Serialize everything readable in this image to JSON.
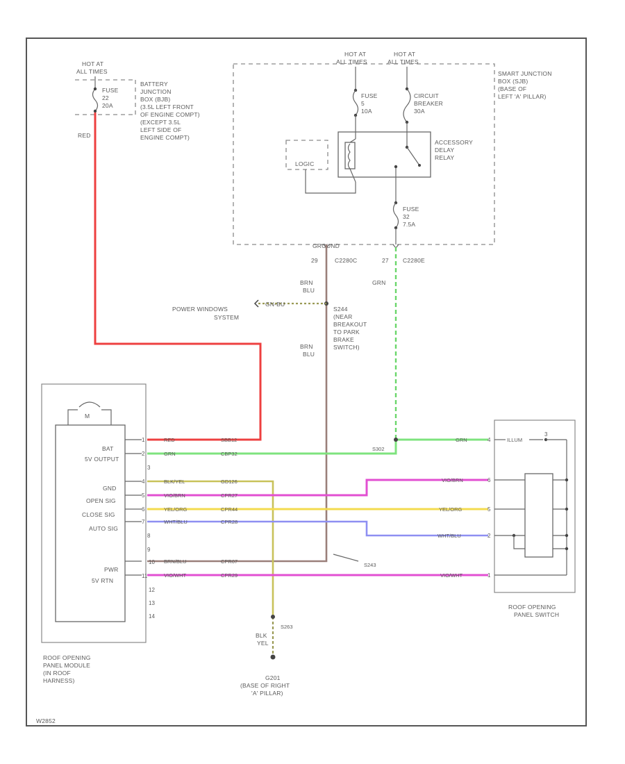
{
  "colors": {
    "red": "#ee4040",
    "green": "#7ee37e",
    "green_dash": "#6ad66a",
    "pink": "#e24fd2",
    "yellow": "#f3db4f",
    "blue": "#8e8ff2",
    "brown": "#9a7f7a",
    "olive": "#9a9a55",
    "frame": "#555555"
  },
  "top": {
    "hot_alt_left": [
      "HOT AT",
      "ALL TIMES"
    ],
    "hot_alt_mid": [
      "HOT AT",
      "ALL TIMES"
    ],
    "hot_alt_right": [
      "HOT AT",
      "ALL TIMES"
    ],
    "fuse_left": [
      "FUSE",
      "22",
      "20A"
    ],
    "battery_box": [
      "BATTERY",
      "JUNCTION",
      "BOX (BJB)",
      "(3.5L LEFT FRONT",
      "OF ENGINE COMPT)",
      "(EXCEPT 3.5L",
      "LEFT SIDE OF",
      "ENGINE COMPT)"
    ],
    "wire_red_top": "RED",
    "smart_box": [
      "SMART JUNCTION",
      "BOX (SJB)",
      "(BASE OF",
      "LEFT 'A' PILLAR)"
    ],
    "fuse_mid": [
      "FUSE",
      "5",
      "10A"
    ],
    "breaker": [
      "CIRCUIT",
      "BREAKER",
      "30A"
    ],
    "relay": [
      "ACCESSORY",
      "DELAY",
      "RELAY"
    ],
    "logic": "LOGIC",
    "fuse_low": [
      "FUSE",
      "32",
      "7.5A"
    ],
    "ground_lbl": "GROUND"
  },
  "middle": {
    "pin_c1": "29",
    "conn_c1": "C2280C",
    "pin_c2": "27",
    "conn_c2": "C2280E",
    "wire_brn_blu_1": [
      "BRN",
      "BLU"
    ],
    "wire_grn_1": "GRN",
    "power_windows": [
      "POWER WINDOWS",
      "SYSTEM"
    ],
    "gn_bu_label": "GN-BU",
    "s244": [
      "S244",
      "(NEAR",
      "BREAKOUT",
      "TO PARK",
      "BRAKE",
      "SWITCH)"
    ],
    "wire_brn_blu_2": [
      "BRN",
      "BLU"
    ]
  },
  "module": {
    "bat_label": "BAT",
    "output_label": "5V OUTPUT",
    "gnd_label": "GND",
    "open_label": "OPEN SIG",
    "close_label": "CLOSE SIG",
    "auto_label": "AUTO SIG",
    "pwr_label": "PWR",
    "rtn_label": "5V RTN",
    "motor_label": "M",
    "pins": [
      "1",
      "2",
      "3",
      "4",
      "5",
      "6",
      "7",
      "8",
      "9",
      "10",
      "11",
      "12",
      "13",
      "14"
    ],
    "name": [
      "ROOF OPENING",
      "PANEL MODULE",
      "(IN ROOF",
      "HARNESS)"
    ]
  },
  "wires": {
    "w1_color": "RED",
    "w1_ckt": "SBB12",
    "w2_color": "GRN",
    "w2_ckt": "CBP32",
    "w4_color": "BLK/YEL",
    "w4_ckt": "GD126",
    "w5_color": "VIO/BRN",
    "w5_ckt": "CPR27",
    "w6_color": "YEL/ORG",
    "w6_ckt": "CPR44",
    "w7_color": "WHT/BLU",
    "w7_ckt": "CPR28",
    "w11_color": "BRN/BLU",
    "w11_ckt": "CPR07",
    "w12_color": "VIO/WHT",
    "w12_ckt": "CPR29",
    "s263": "S263",
    "s243": "S243",
    "s302": "S302",
    "sw_wire1": "GRN",
    "sw_wire2": "VIO/BRN",
    "sw_wire3": "YEL/ORG",
    "sw_wire4": "WHT/BLU",
    "sw_wire5": "VIO/WHT",
    "sw_pins": [
      "4",
      "6",
      "5",
      "2",
      "1",
      "3"
    ]
  },
  "switch": {
    "illum": "ILLUM",
    "name": [
      "ROOF OPENING",
      "PANEL SWITCH"
    ]
  },
  "ground": {
    "wire": [
      "BLK",
      "YEL"
    ],
    "g201": [
      "G201",
      "(BASE OF RIGHT",
      "'A' PILLAR)"
    ]
  },
  "footer": {
    "code": "W2852"
  }
}
